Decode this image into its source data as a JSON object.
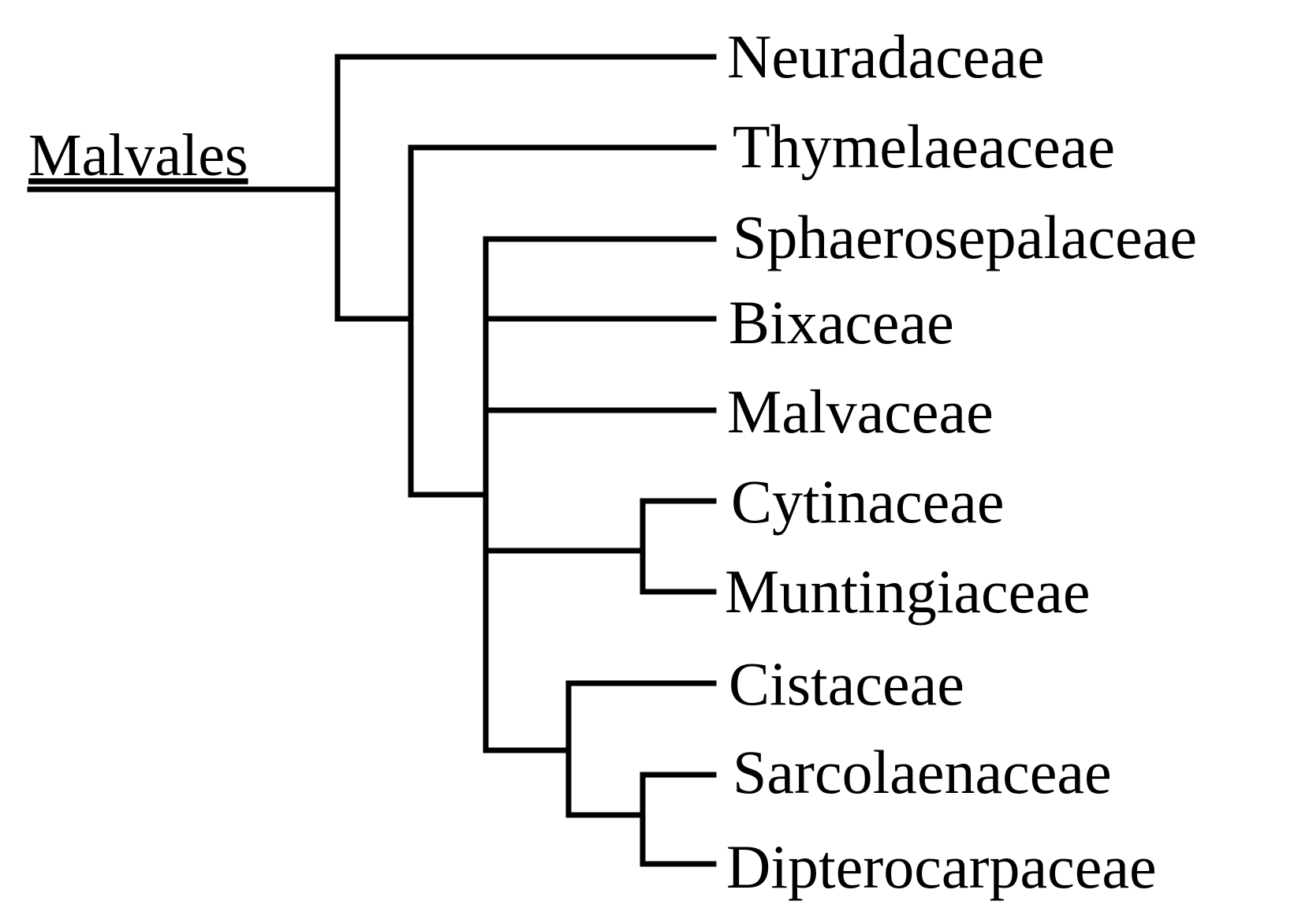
{
  "root": {
    "label": "Malvales"
  },
  "taxa": [
    {
      "id": "neuradaceae",
      "label": "Neuradaceae",
      "color": "#000000"
    },
    {
      "id": "thymelaeaceae",
      "label": "Thymelaeaceae",
      "color": "#000000"
    },
    {
      "id": "sphaerosepalaceae",
      "label": "Sphaerosepalaceae",
      "color": "#000000"
    },
    {
      "id": "bixaceae",
      "label": "Bixaceae",
      "color": "#1010ee"
    },
    {
      "id": "malvaceae",
      "label": "Malvaceae",
      "color": "#000000"
    },
    {
      "id": "cytinaceae",
      "label": "Cytinaceae",
      "color": "#000000"
    },
    {
      "id": "muntingiaceae",
      "label": "Muntingiaceae",
      "color": "#000000"
    },
    {
      "id": "cistaceae",
      "label": "Cistaceae",
      "color": "#000000"
    },
    {
      "id": "sarcolaenaceae",
      "label": "Sarcolaenaceae",
      "color": "#000000"
    },
    {
      "id": "dipterocarpaceae",
      "label": "Dipterocarpaceae",
      "color": "#000000"
    }
  ],
  "topology": "(Neuradaceae,(Thymelaeaceae,(Sphaerosepalaceae,Bixaceae,Malvaceae,(Cytinaceae,Muntingiaceae),(Cistaceae,(Sarcolaenaceae,Dipterocarpaceae)))))"
}
